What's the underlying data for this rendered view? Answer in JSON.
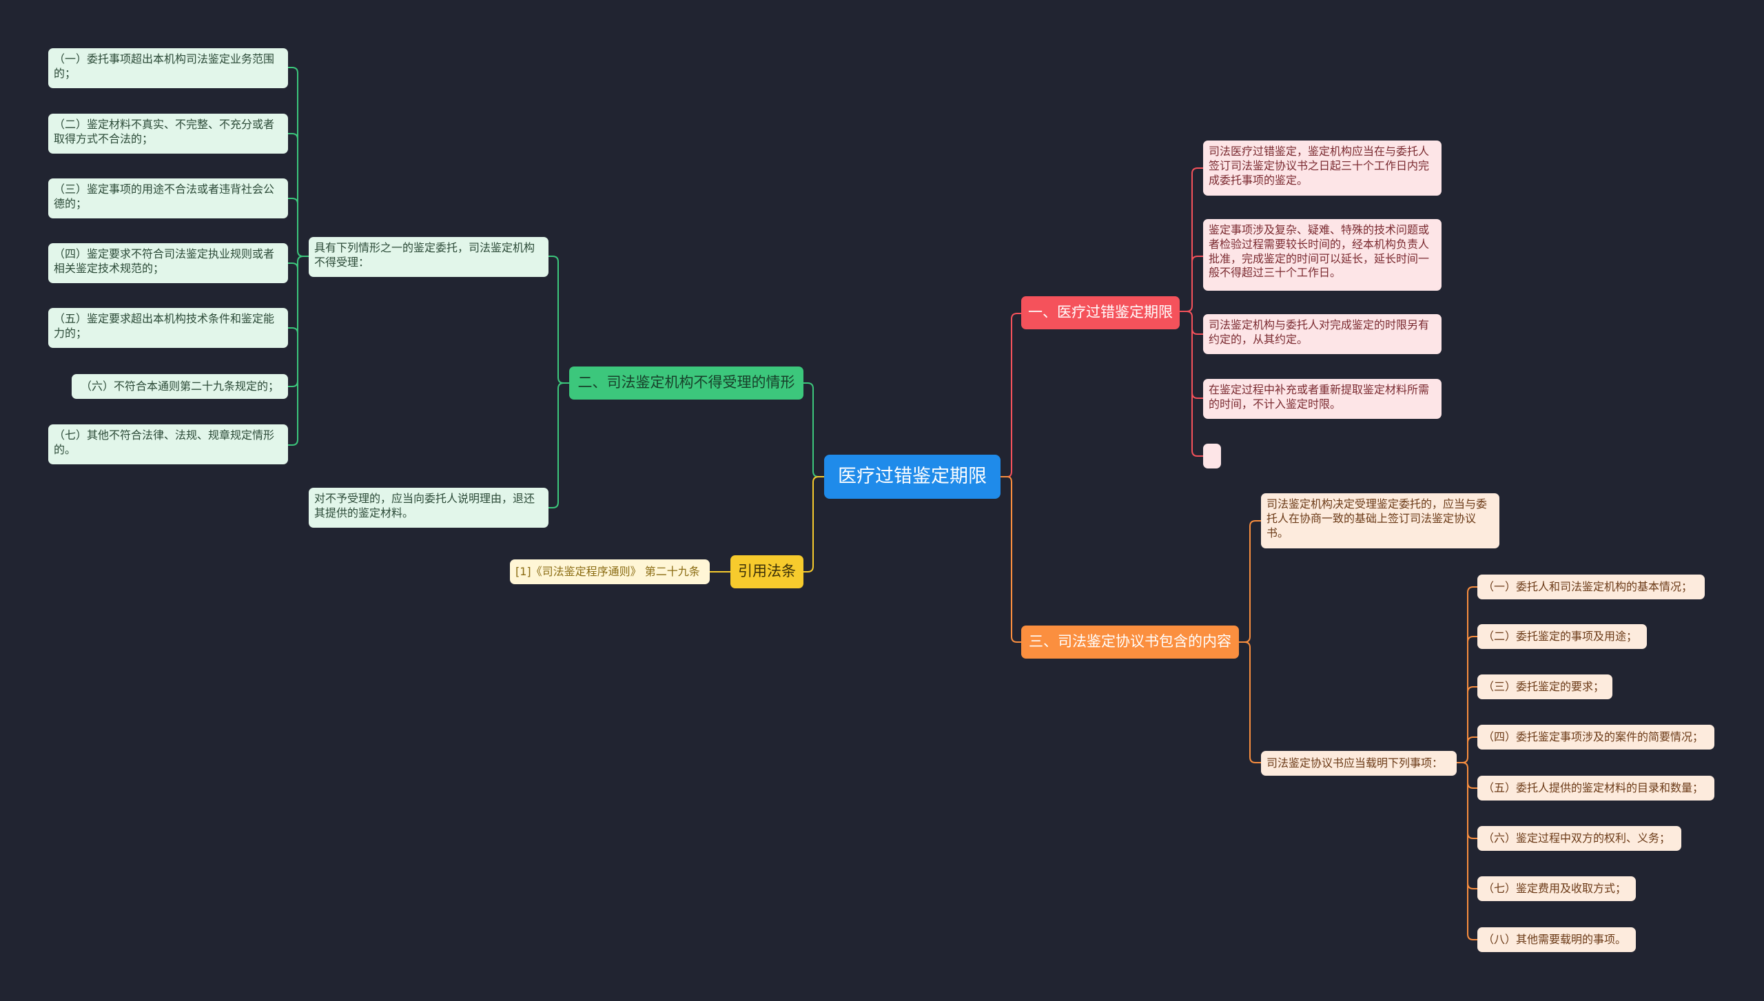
{
  "center": {
    "label": "医疗过错鉴定期限"
  },
  "branch_one": {
    "label": "一、医疗过错鉴定期限",
    "items": [
      "司法医疗过错鉴定，鉴定机构应当在与委托人签订司法鉴定协议书之日起三十个工作日内完成委托事项的鉴定。",
      "鉴定事项涉及复杂、疑难、特殊的技术问题或者检验过程需要较长时间的，经本机构负责人批准，完成鉴定的时间可以延长，延长时间一般不得超过三十个工作日。",
      "司法鉴定机构与委托人对完成鉴定的时限另有约定的，从其约定。",
      "在鉴定过程中补充或者重新提取鉴定材料所需的时间，不计入鉴定时限。",
      ""
    ]
  },
  "branch_two": {
    "label": "二、司法鉴定机构不得受理的情形",
    "group_label": "具有下列情形之一的鉴定委托，司法鉴定机构不得受理：",
    "items": [
      "（一）委托事项超出本机构司法鉴定业务范围的；",
      "（二）鉴定材料不真实、不完整、不充分或者取得方式不合法的；",
      "（三）鉴定事项的用途不合法或者违背社会公德的；",
      "（四）鉴定要求不符合司法鉴定执业规则或者相关鉴定技术规范的；",
      "（五）鉴定要求超出本机构技术条件和鉴定能力的；",
      "（六）不符合本通则第二十九条规定的；",
      "（七）其他不符合法律、法规、规章规定情形的。"
    ],
    "note": "对不予受理的，应当向委托人说明理由，退还其提供的鉴定材料。"
  },
  "branch_three": {
    "label": "三、司法鉴定协议书包含的内容",
    "first": "司法鉴定机构决定受理鉴定委托的，应当与委托人在协商一致的基础上签订司法鉴定协议书。",
    "group_label": "司法鉴定协议书应当载明下列事项：",
    "items": [
      "（一）委托人和司法鉴定机构的基本情况；",
      "（二）委托鉴定的事项及用途；",
      "（三）委托鉴定的要求；",
      "（四）委托鉴定事项涉及的案件的简要情况；",
      "（五）委托人提供的鉴定材料的目录和数量；",
      "（六）鉴定过程中双方的权利、义务；",
      "（七）鉴定费用及收取方式；",
      "（八）其他需要载明的事项。"
    ]
  },
  "branch_law": {
    "label": "引用法条",
    "items": [
      "[1]《司法鉴定程序通则》 第二十九条"
    ]
  },
  "colors": {
    "background": "#212431",
    "center": "#1f8bea",
    "green": "#3cc77c",
    "red": "#f5525b",
    "orange": "#fb8f3f",
    "yellow": "#f7cb2d"
  }
}
